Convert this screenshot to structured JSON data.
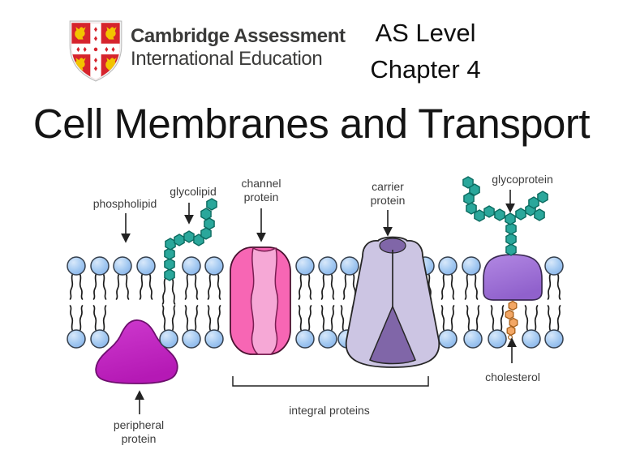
{
  "header": {
    "logo": {
      "line1": "Cambridge Assessment",
      "line2": "International Education",
      "shield_icon": "cambridge-shield",
      "shield_red": "#D6242D",
      "lion_yellow": "#F2C400"
    },
    "course": {
      "level": "AS Level",
      "chapter": "Chapter 4"
    }
  },
  "title": "Cell Membranes and Transport",
  "diagram": {
    "subject": "cell membrane fluid mosaic model",
    "labels": {
      "phospholipid": "phospholipid",
      "glycolipid": "glycolipid",
      "channel_protein": [
        "channel",
        "protein"
      ],
      "carrier_protein": [
        "carrier",
        "protein"
      ],
      "glycoprotein": "glycoprotein",
      "peripheral_protein": [
        "peripheral",
        "protein"
      ],
      "integral_proteins": "integral proteins",
      "cholesterol": "cholesterol"
    },
    "colors": {
      "phospholipid_head": "#A6CBF2",
      "tail": "#1c1c1c",
      "channel_outer": "#F766B4",
      "channel_inner": "#F6A8D6",
      "carrier_light": "#CCC5E3",
      "carrier_dark": "#8066A8",
      "glycoprotein_fill": "#9B6ED5",
      "peripheral_protein_fill": "#C128C1",
      "sugar_hexagon_teal": "#2AA79B",
      "cholesterol_orange": "#F3A765"
    }
  }
}
